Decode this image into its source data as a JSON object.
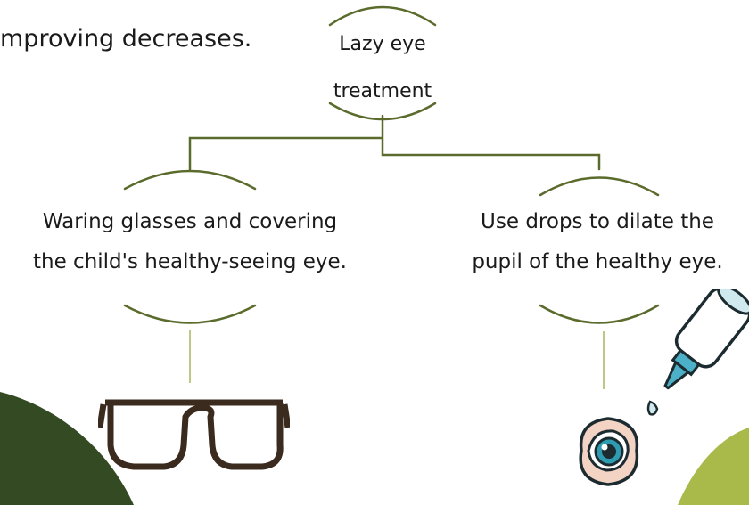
{
  "top_text": "mproving decreases.",
  "root": {
    "line1": "Lazy eye",
    "line2": "treatment"
  },
  "left_node": {
    "line1": "Waring glasses and covering",
    "line2": "the child's healthy-seeing eye."
  },
  "right_node": {
    "line1": "Use drops to dilate the",
    "line2": "pupil of the healthy eye."
  },
  "icons": [
    "glasses-icon",
    "eye-dropper-icon",
    "eye-icon"
  ],
  "colors": {
    "connector": "#5a6b2c",
    "thin_line": "#a7b85c",
    "blob_dark": "#334a22",
    "blob_light": "#a9b94a",
    "eye_skin": "#f3d3c4",
    "eye_iris": "#2e9bb0",
    "dropper_tip": "#4bb0c8"
  }
}
